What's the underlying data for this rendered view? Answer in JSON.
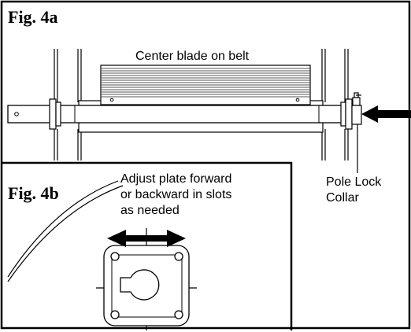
{
  "fig4a": {
    "title": "Fig. 4a",
    "blade_label": "Center blade on belt",
    "collar_label_lines": [
      "Pole Lock",
      "Collar"
    ]
  },
  "fig4b": {
    "title": "Fig. 4b",
    "adjust_label_lines": [
      "Adjust plate forward",
      "or backward in slots",
      "as needed"
    ]
  },
  "colors": {
    "line": "#000000",
    "background": "#ffffff",
    "stripe": "#555555"
  }
}
